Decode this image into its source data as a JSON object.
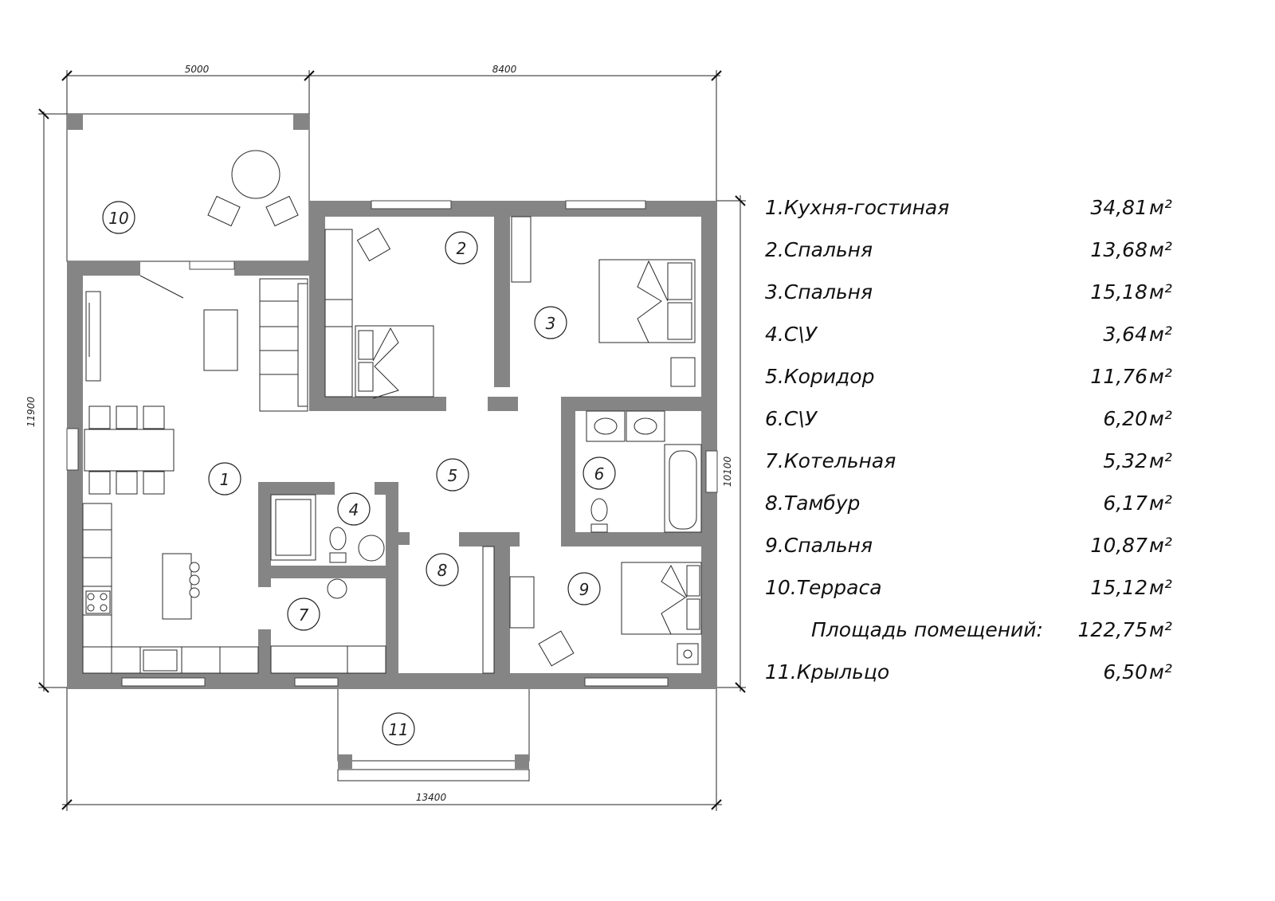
{
  "dimensions": {
    "top_left": "5000",
    "top_right": "8400",
    "bottom": "13400",
    "left": "11900",
    "right": "10100"
  },
  "room_numbers": [
    "1",
    "2",
    "3",
    "4",
    "5",
    "6",
    "7",
    "8",
    "9",
    "10",
    "11"
  ],
  "legend": {
    "unit": "м²",
    "rows": [
      {
        "name": "1.Кухня-гостиная",
        "area": "34,81"
      },
      {
        "name": "2.Спальня",
        "area": "13,68"
      },
      {
        "name": "3.Спальня",
        "area": "15,18"
      },
      {
        "name": "4.С\\У",
        "area": "3,64"
      },
      {
        "name": "5.Коридор",
        "area": "11,76"
      },
      {
        "name": "6.С\\У",
        "area": "6,20"
      },
      {
        "name": "7.Котельная",
        "area": "5,32"
      },
      {
        "name": "8.Тамбур",
        "area": "6,17"
      },
      {
        "name": "9.Спальня",
        "area": "10,87"
      },
      {
        "name": "10.Терраса",
        "area": "15,12"
      }
    ],
    "total": {
      "name": "Площадь помещений:",
      "area": "122,75"
    },
    "extra": {
      "name": "11.Крыльцо",
      "area": "6,50"
    }
  }
}
